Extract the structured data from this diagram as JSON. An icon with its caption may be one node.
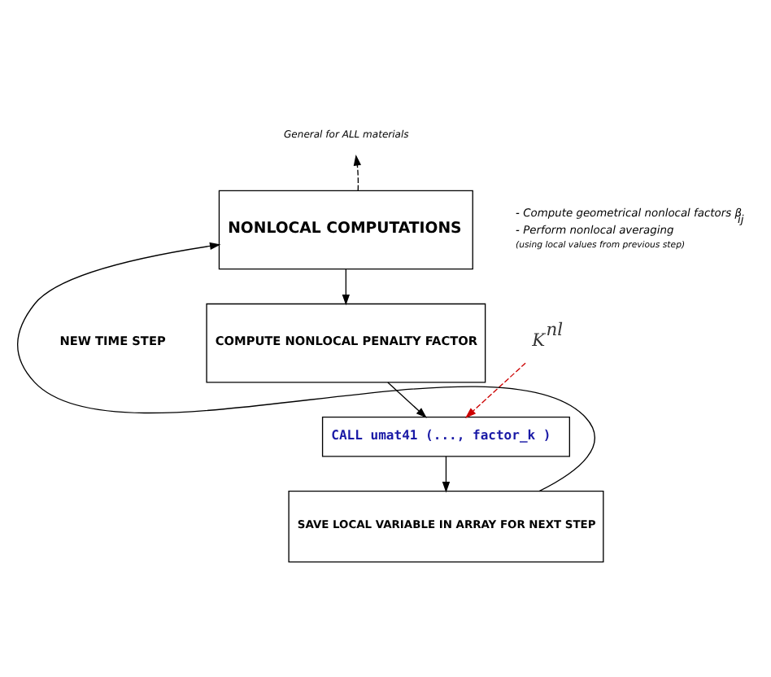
{
  "diagram": {
    "nodes": [
      {
        "text": [
          "General for ALL materials"
        ]
      },
      {
        "text": [
          "NONLOCAL COMPUTATIONS"
        ],
        "beside": [
          "- Compute geometrical nonlocal factors β$_{ij}$",
          "- Perform nonlocal averaging",
          "(using local values from previous step)"
        ]
      },
      {
        "text": [
          "COMPUTE NONLOCAL PENALTY FACTOR"
        ]
      },
      {
        "text": [
          "K$^{nl}$"
        ]
      },
      {
        "text": [
          "CALL umat41 (..., factor_k )"
        ]
      },
      {
        "text": [
          "SAVE LOCAL VARIABLE IN ARRAY FOR NEXT STEP"
        ]
      }
    ],
    "edges": [
      {
        "from": 1,
        "to": 0,
        "arrow": "to",
        "style": "dashed"
      },
      {
        "from": 1,
        "to": 2,
        "arrow": "to"
      },
      {
        "from": 2,
        "to": 4,
        "arrow": "to"
      },
      {
        "from": 3,
        "to": 4,
        "arrow": "to",
        "style": "dashed",
        "color": "#cc0000"
      },
      {
        "from": 4,
        "to": 5,
        "arrow": "to"
      },
      {
        "from": 5,
        "to": 1,
        "arrow": "to"
      }
    ],
    "labels": [
      "NEW TIME STEP"
    ]
  }
}
